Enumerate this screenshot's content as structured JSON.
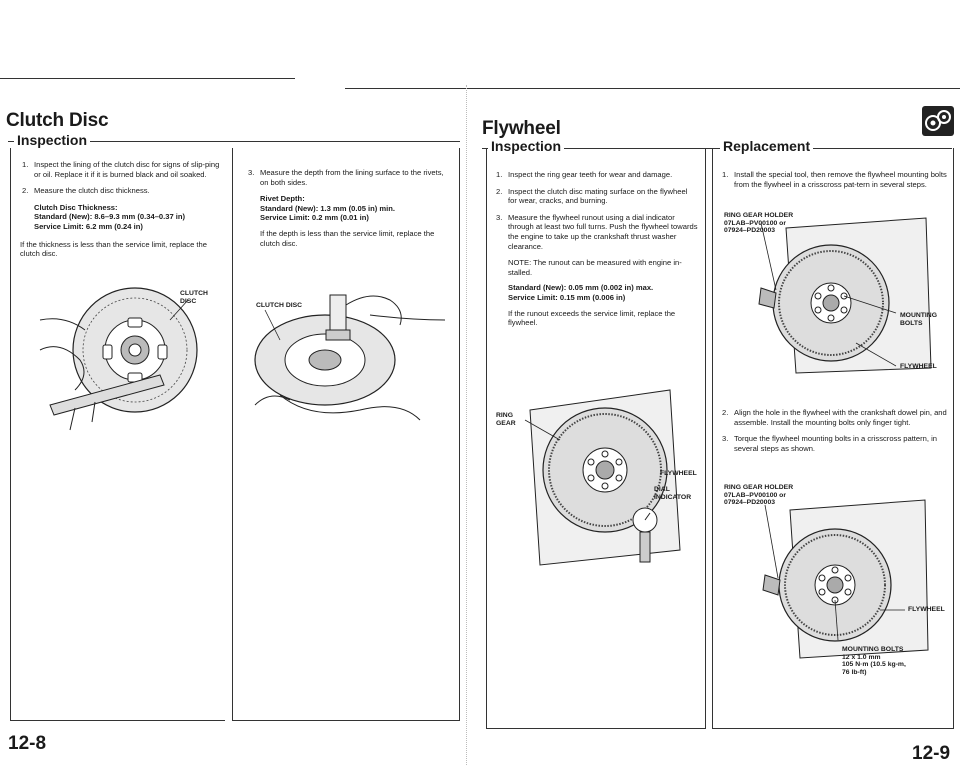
{
  "left_page": {
    "title": "Clutch Disc",
    "section": "Inspection",
    "col1": {
      "step1_num": "1.",
      "step1_text": "Inspect the lining of the clutch disc for signs of slip-ping or oil. Replace it if it is burned black and oil soaked.",
      "step2_num": "2.",
      "step2_text": "Measure the clutch disc thickness.",
      "spec_title": "Clutch Disc Thickness:",
      "spec_std": "Standard (New): 8.6–9.3 mm (0.34–0.37 in)",
      "spec_limit": "Service Limit: 6.2 mm (0.24 in)",
      "note": "If the thickness is less than the service limit, replace the clutch disc.",
      "label_disc": "CLUTCH\nDISC"
    },
    "col2": {
      "step3_num": "3.",
      "step3_text": "Measure the depth from the lining surface to the rivets, on both sides.",
      "spec_title": "Rivet Depth:",
      "spec_std": "Standard (New): 1.3 mm (0.05 in) min.",
      "spec_limit": "Service Limit: 0.2 mm (0.01 in)",
      "note": "If the depth is less than the service limit, replace the clutch disc.",
      "label_disc": "CLUTCH DISC"
    },
    "page_number": "12-8"
  },
  "right_page": {
    "title": "Flywheel",
    "inspection": {
      "section": "Inspection",
      "step1_num": "1.",
      "step1_text": "Inspect the ring gear teeth for wear and damage.",
      "step2_num": "2.",
      "step2_text": "Inspect the clutch disc mating surface on the flywheel for wear, cracks, and burning.",
      "step3_num": "3.",
      "step3_text": "Measure the flywheel runout using a dial indicator through at least two full turns. Push the flywheel towards the engine to take up the crankshaft thrust washer clearance.",
      "note": "NOTE: The runout can be measured with engine in-stalled.",
      "spec_std": "Standard (New): 0.05 mm (0.002 in) max.",
      "spec_limit": "Service Limit: 0.15 mm (0.006 in)",
      "note2": "If the runout exceeds the service limit, replace the flywheel.",
      "label_ring_gear": "RING\nGEAR",
      "label_flywheel": "FLYWHEEL",
      "label_dial": "DIAL\nINDICATOR"
    },
    "replacement": {
      "section": "Replacement",
      "step1_num": "1.",
      "step1_text": "Install the special tool, then remove the flywheel mounting bolts from the flywheel in a crisscross pat-tern in several steps.",
      "tool_label_1": "RING GEAR HOLDER\n07LAB–PV00100 or\n07924–PD20003",
      "label_mounting_bolts": "MOUNTING\nBOLTS",
      "label_flywheel_1": "FLYWHEEL",
      "step2_num": "2.",
      "step2_text": "Align the hole in the flywheel with the crankshaft dowel pin, and assemble. Install the mounting bolts only finger tight.",
      "step3_num": "3.",
      "step3_text": "Torque the flywheel mounting bolts in a crisscross pattern, in several steps as shown.",
      "tool_label_2": "RING GEAR HOLDER\n07LAB–PV00100 or\n07924–PD20003",
      "label_flywheel_2": "FLYWHEEL",
      "label_bolts_spec": "MOUNTING BOLTS\n12 x 1.0 mm\n105 N·m (10.5 kg-m,\n76 lb-ft)"
    },
    "page_number": "12-9"
  },
  "colors": {
    "ink": "#1a1a1a",
    "paper": "#ffffff"
  },
  "icons": [
    "clutch-flywheel-icon"
  ]
}
